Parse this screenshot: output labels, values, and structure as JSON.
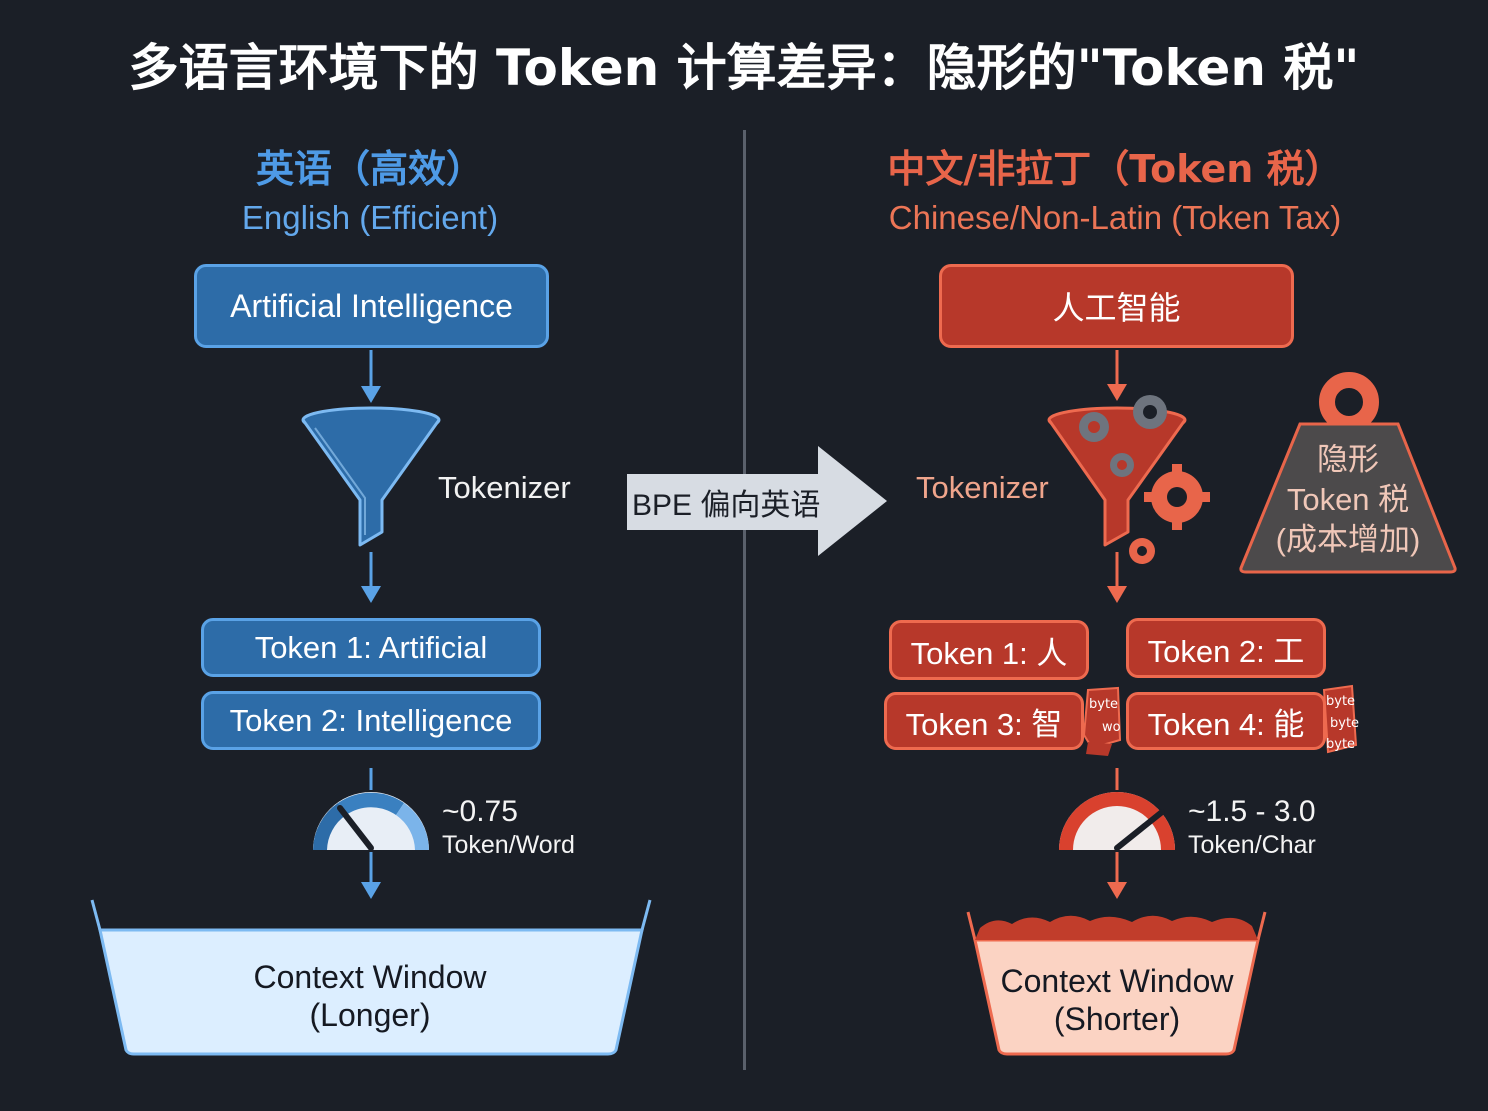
{
  "title": "多语言环境下的 Token 计算差异：隐形的\"Token 税\"",
  "left": {
    "heading_zh": "英语（高效）",
    "heading_en": "English (Efficient)",
    "input": "Artificial Intelligence",
    "tokenizer_label": "Tokenizer",
    "tokens": [
      "Token 1: Artificial",
      "Token 2: Intelligence"
    ],
    "ratio_value": "~0.75",
    "ratio_unit": "Token/Word",
    "context_line1": "Context Window",
    "context_line2": "(Longer)"
  },
  "middle": {
    "bpe_label": "BPE 偏向英语"
  },
  "right": {
    "heading_zh": "中文/非拉丁（Token 税）",
    "heading_en": "Chinese/Non-Latin (Token Tax)",
    "input": "人工智能",
    "tokenizer_label": "Tokenizer",
    "weight_line1": "隐形",
    "weight_line2": "Token 税",
    "weight_line3": "(成本增加)",
    "tokens": [
      "Token 1: 人",
      "Token 2: 工",
      "Token 3: 智",
      "Token 4: 能"
    ],
    "ratio_value": "~1.5 - 3.0",
    "ratio_unit": "Token/Char",
    "context_line1": "Context Window",
    "context_line2": "(Shorter)",
    "byte_fragments": [
      "byte",
      "wo",
      "byte",
      "byte",
      "byte"
    ]
  },
  "colors": {
    "english_accent": "#4e9ae6",
    "chinese_accent": "#e8654a",
    "background": "#1b1f27"
  }
}
